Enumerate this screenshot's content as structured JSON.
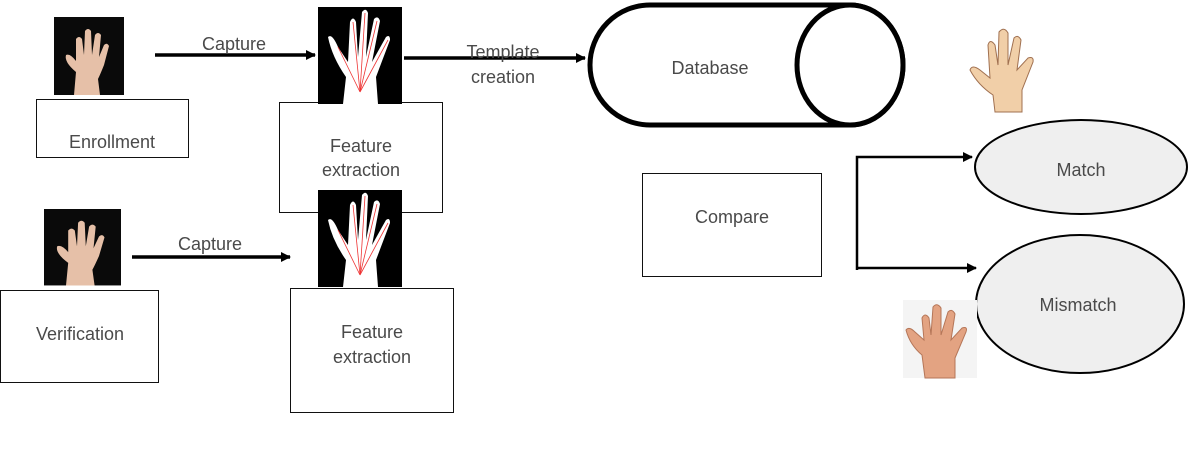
{
  "enrollment": {
    "label": "Enrollment",
    "capture_label": "Capture",
    "feature_line1": "Feature",
    "feature_line2": "extraction"
  },
  "template": {
    "line1": "Template",
    "line2": "creation"
  },
  "database": {
    "label": "Database"
  },
  "verification": {
    "label": "Verification",
    "capture_label": "Capture",
    "feature_line1": "Feature",
    "feature_line2": "extraction"
  },
  "compare": {
    "label": "Compare"
  },
  "outcomes": {
    "match": "Match",
    "mismatch": "Mismatch"
  },
  "colors": {
    "line": "#000000",
    "text": "#4a4a4a",
    "ellipse_fill": "#efefef",
    "skin": "#e8c4a0",
    "skin_dark": "#e0a080"
  }
}
